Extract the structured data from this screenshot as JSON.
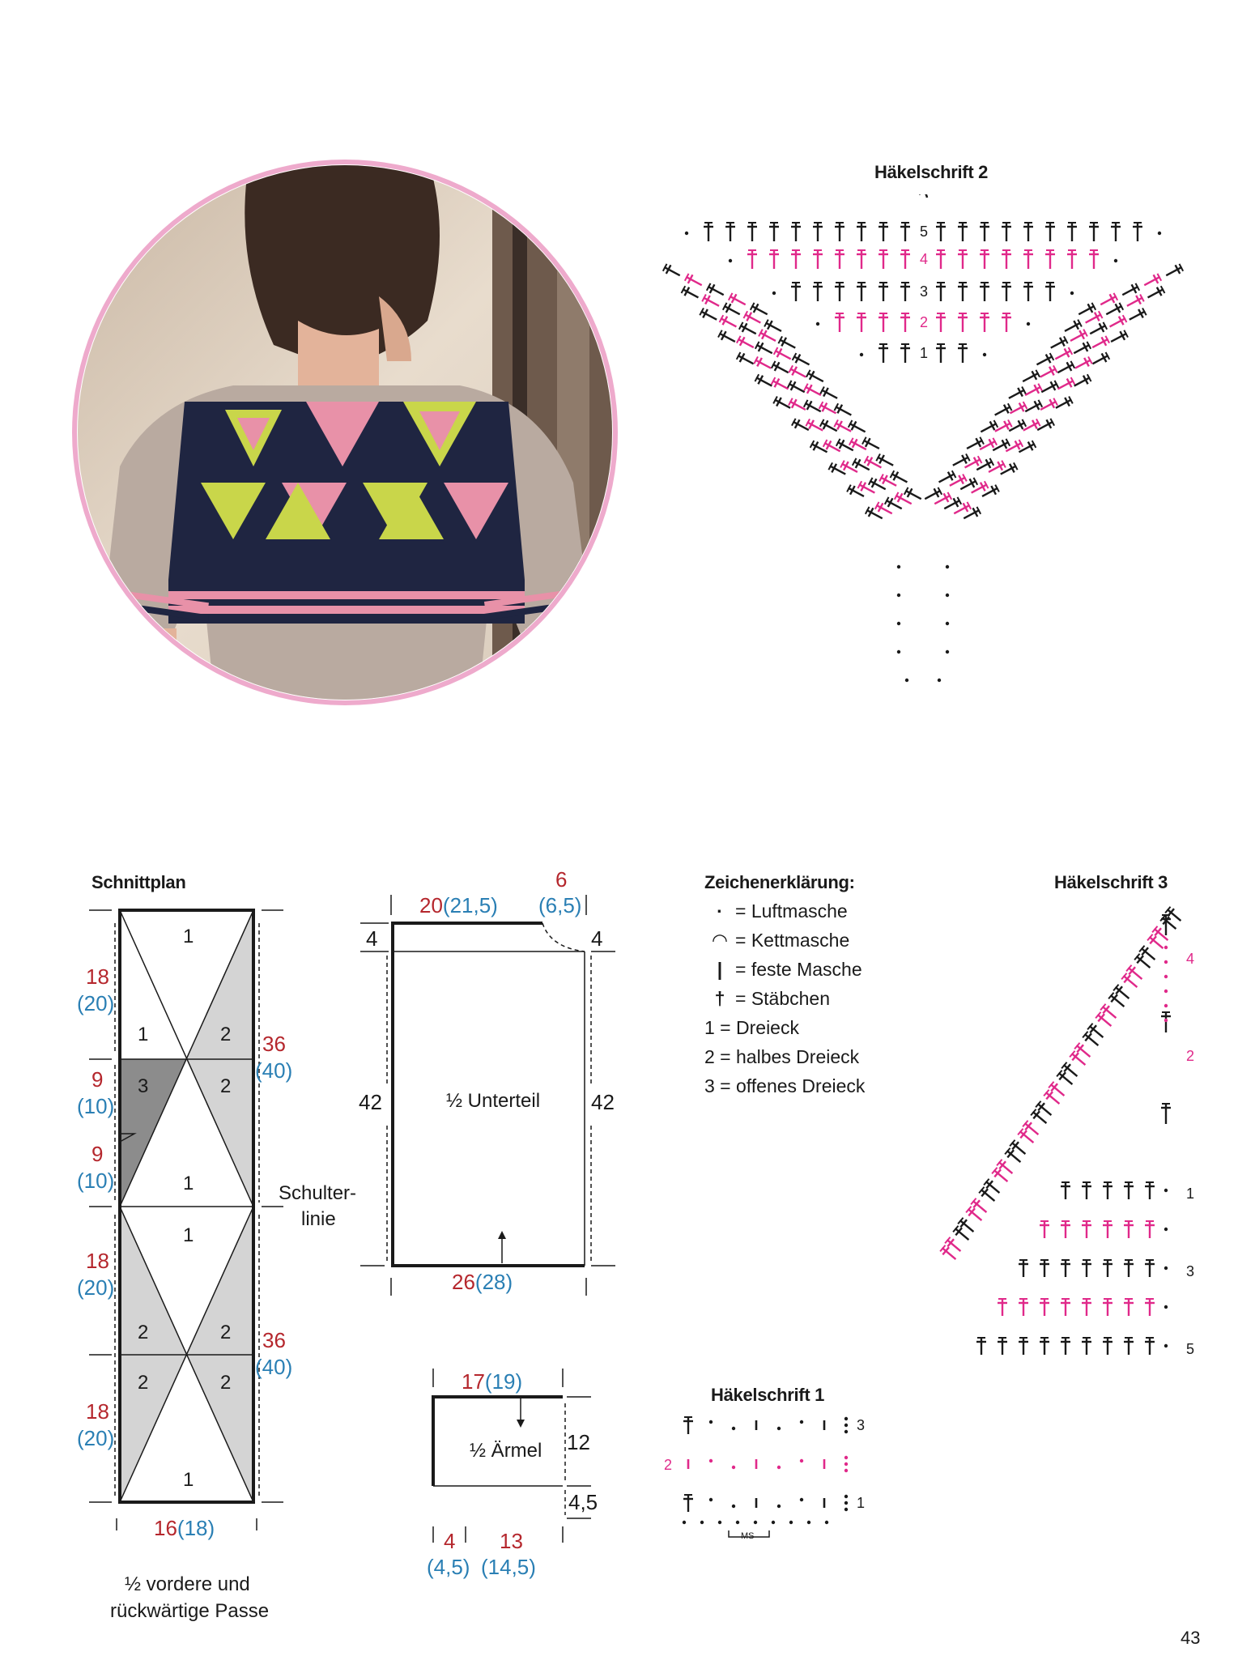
{
  "photo": {
    "description_icon": "model-back-photo"
  },
  "charts": {
    "h2_title": "Häkelschrift 2",
    "h3_title": "Häkelschrift 3",
    "h1_title": "Häkelschrift 1",
    "h2_rows": [
      "1",
      "2",
      "3",
      "4",
      "5"
    ],
    "h3_rows": [
      "1",
      "2",
      "3",
      "4",
      "5"
    ],
    "h1_rows": [
      "1",
      "2",
      "3"
    ],
    "h1_ms": "MS"
  },
  "legend": {
    "title": "Zeichenerklärung:",
    "items": [
      {
        "sym": "·",
        "text": "= Luftmasche"
      },
      {
        "sym": "◠",
        "text": "= Kettmasche"
      },
      {
        "sym": "|",
        "text": "= feste Masche"
      },
      {
        "sym": "†",
        "text": "= Stäbchen"
      }
    ],
    "parts": [
      "1 = Dreieck",
      "2 = halbes Dreieck",
      "3 = offenes Dreieck"
    ]
  },
  "schnittplan": {
    "title": "Schnittplan",
    "cells": [
      "1",
      "1",
      "2",
      "3",
      "2",
      "1",
      "1",
      "2",
      "2",
      "2",
      "2",
      "1"
    ],
    "left_dims": [
      {
        "red": "18",
        "blue": "(20)"
      },
      {
        "red": "9",
        "blue": "(10)"
      },
      {
        "red": "9",
        "blue": "(10)"
      },
      {
        "red": "18",
        "blue": "(20)"
      },
      {
        "red": "18",
        "blue": "(20)"
      }
    ],
    "right_dims": [
      {
        "red": "36",
        "blue": "(40)"
      },
      {
        "red": "36",
        "blue": "(40)"
      }
    ],
    "shoulder": [
      "Schulter-",
      "linie"
    ],
    "width_red": "16",
    "width_blue": "(18)",
    "caption": [
      "½ vordere und",
      "rückwärtige Passe"
    ]
  },
  "unterteil": {
    "label": "½ Unterteil",
    "top_red": "20",
    "top_blue": "(21,5)",
    "neck_red": "6",
    "neck_blue": "(6,5)",
    "left_top": "4",
    "right_top": "4",
    "left_height": "42",
    "right_height": "42",
    "bottom_red": "26",
    "bottom_blue": "(28)"
  },
  "aermel": {
    "label": "½ Ärmel",
    "top_red": "17",
    "top_blue": "(19)",
    "right_upper": "12",
    "right_lower": "4,5",
    "bottom_left_red": "4",
    "bottom_left_blue": "(4,5)",
    "bottom_right_red": "13",
    "bottom_right_blue": "(14,5)"
  },
  "page_number": "43",
  "colors": {
    "accent_pink": "#e0298a",
    "red": "#b5272d",
    "blue": "#2a7fb4",
    "photo_ring": "#eeaacc"
  }
}
